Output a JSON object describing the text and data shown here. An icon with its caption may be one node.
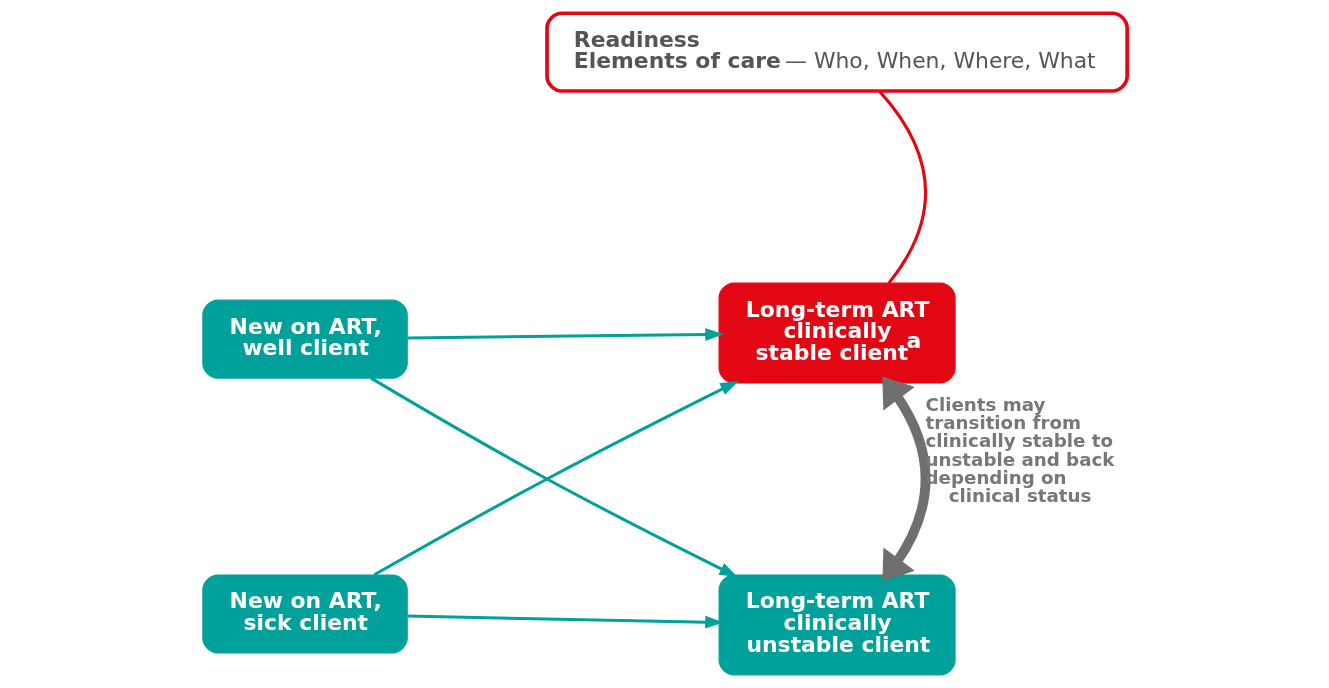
{
  "diagram": {
    "nodes": [
      {
        "text": [
          "Readiness",
          "**Elements of care** — Who, When, Where, What"
        ]
      },
      {
        "text": [
          "New on ART, well client"
        ]
      },
      {
        "text": [
          "New on ART, sick client"
        ]
      },
      {
        "text": [
          "Long-term ART clinically stable client$^{a}$"
        ]
      },
      {
        "text": [
          "Long-term ART clinically unstable client"
        ]
      }
    ],
    "edges": [
      {
        "from": 0,
        "to": 3,
        "arrow": "none",
        "color": "#e30613"
      },
      {
        "from": 1,
        "to": 3,
        "arrow": "to"
      },
      {
        "from": 2,
        "to": 3,
        "arrow": "to"
      },
      {
        "from": 1,
        "to": 4,
        "arrow": "to"
      },
      {
        "from": 2,
        "to": 4,
        "arrow": "to"
      },
      {
        "from": 3,
        "to": 4,
        "arrow": "both",
        "style": "thick",
        "color": "#6f6f6f",
        "label": "Clients may transition from clinically stable to unstable and back depending on clinical status"
      }
    ]
  }
}
